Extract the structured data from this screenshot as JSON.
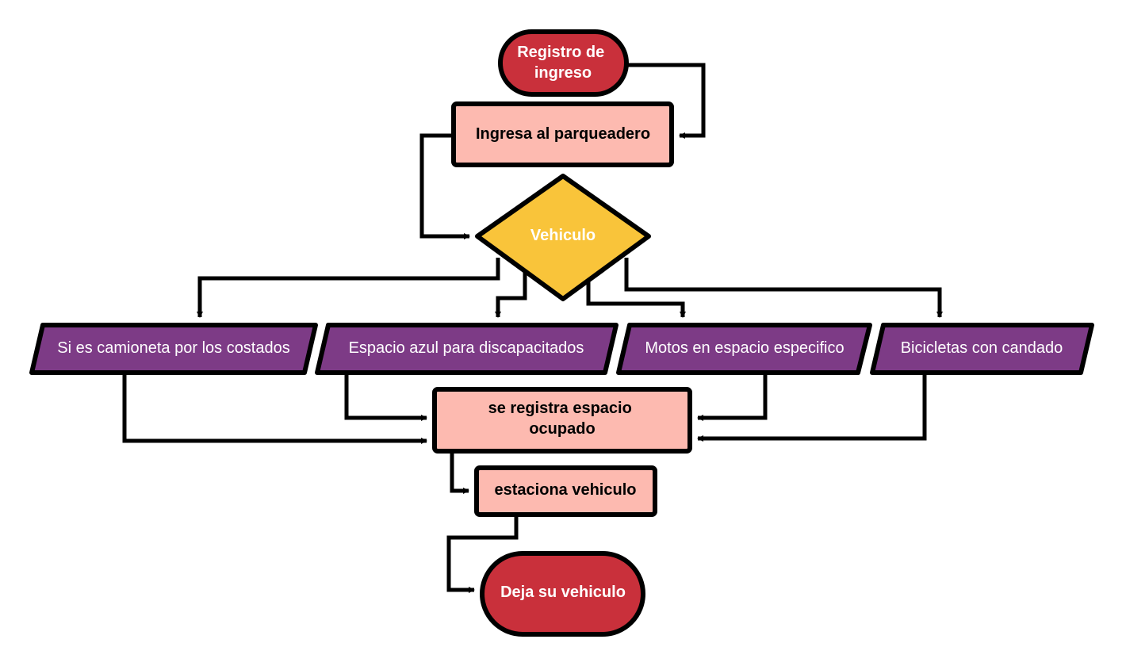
{
  "colors": {
    "terminal": "#C9303B",
    "process": "#FDBAB0",
    "decision": "#F9C43A",
    "option": "#7D3B86",
    "line": "#000000"
  },
  "nodes": {
    "start": {
      "line1": "Registro de",
      "line2": "ingreso"
    },
    "enter": {
      "label": "Ingresa al parqueadero"
    },
    "decision": {
      "label": "Vehiculo"
    },
    "opt_truck": {
      "label": "Si es camioneta por los costados"
    },
    "opt_disabled": {
      "label": "Espacio azul para discapacitados"
    },
    "opt_moto": {
      "label": "Motos en espacio especifico"
    },
    "opt_bike": {
      "label": "Bicicletas con candado"
    },
    "register": {
      "line1": "se registra espacio",
      "line2": "ocupado"
    },
    "park": {
      "label": "estaciona vehiculo"
    },
    "end": {
      "label": "Deja su vehiculo"
    }
  }
}
